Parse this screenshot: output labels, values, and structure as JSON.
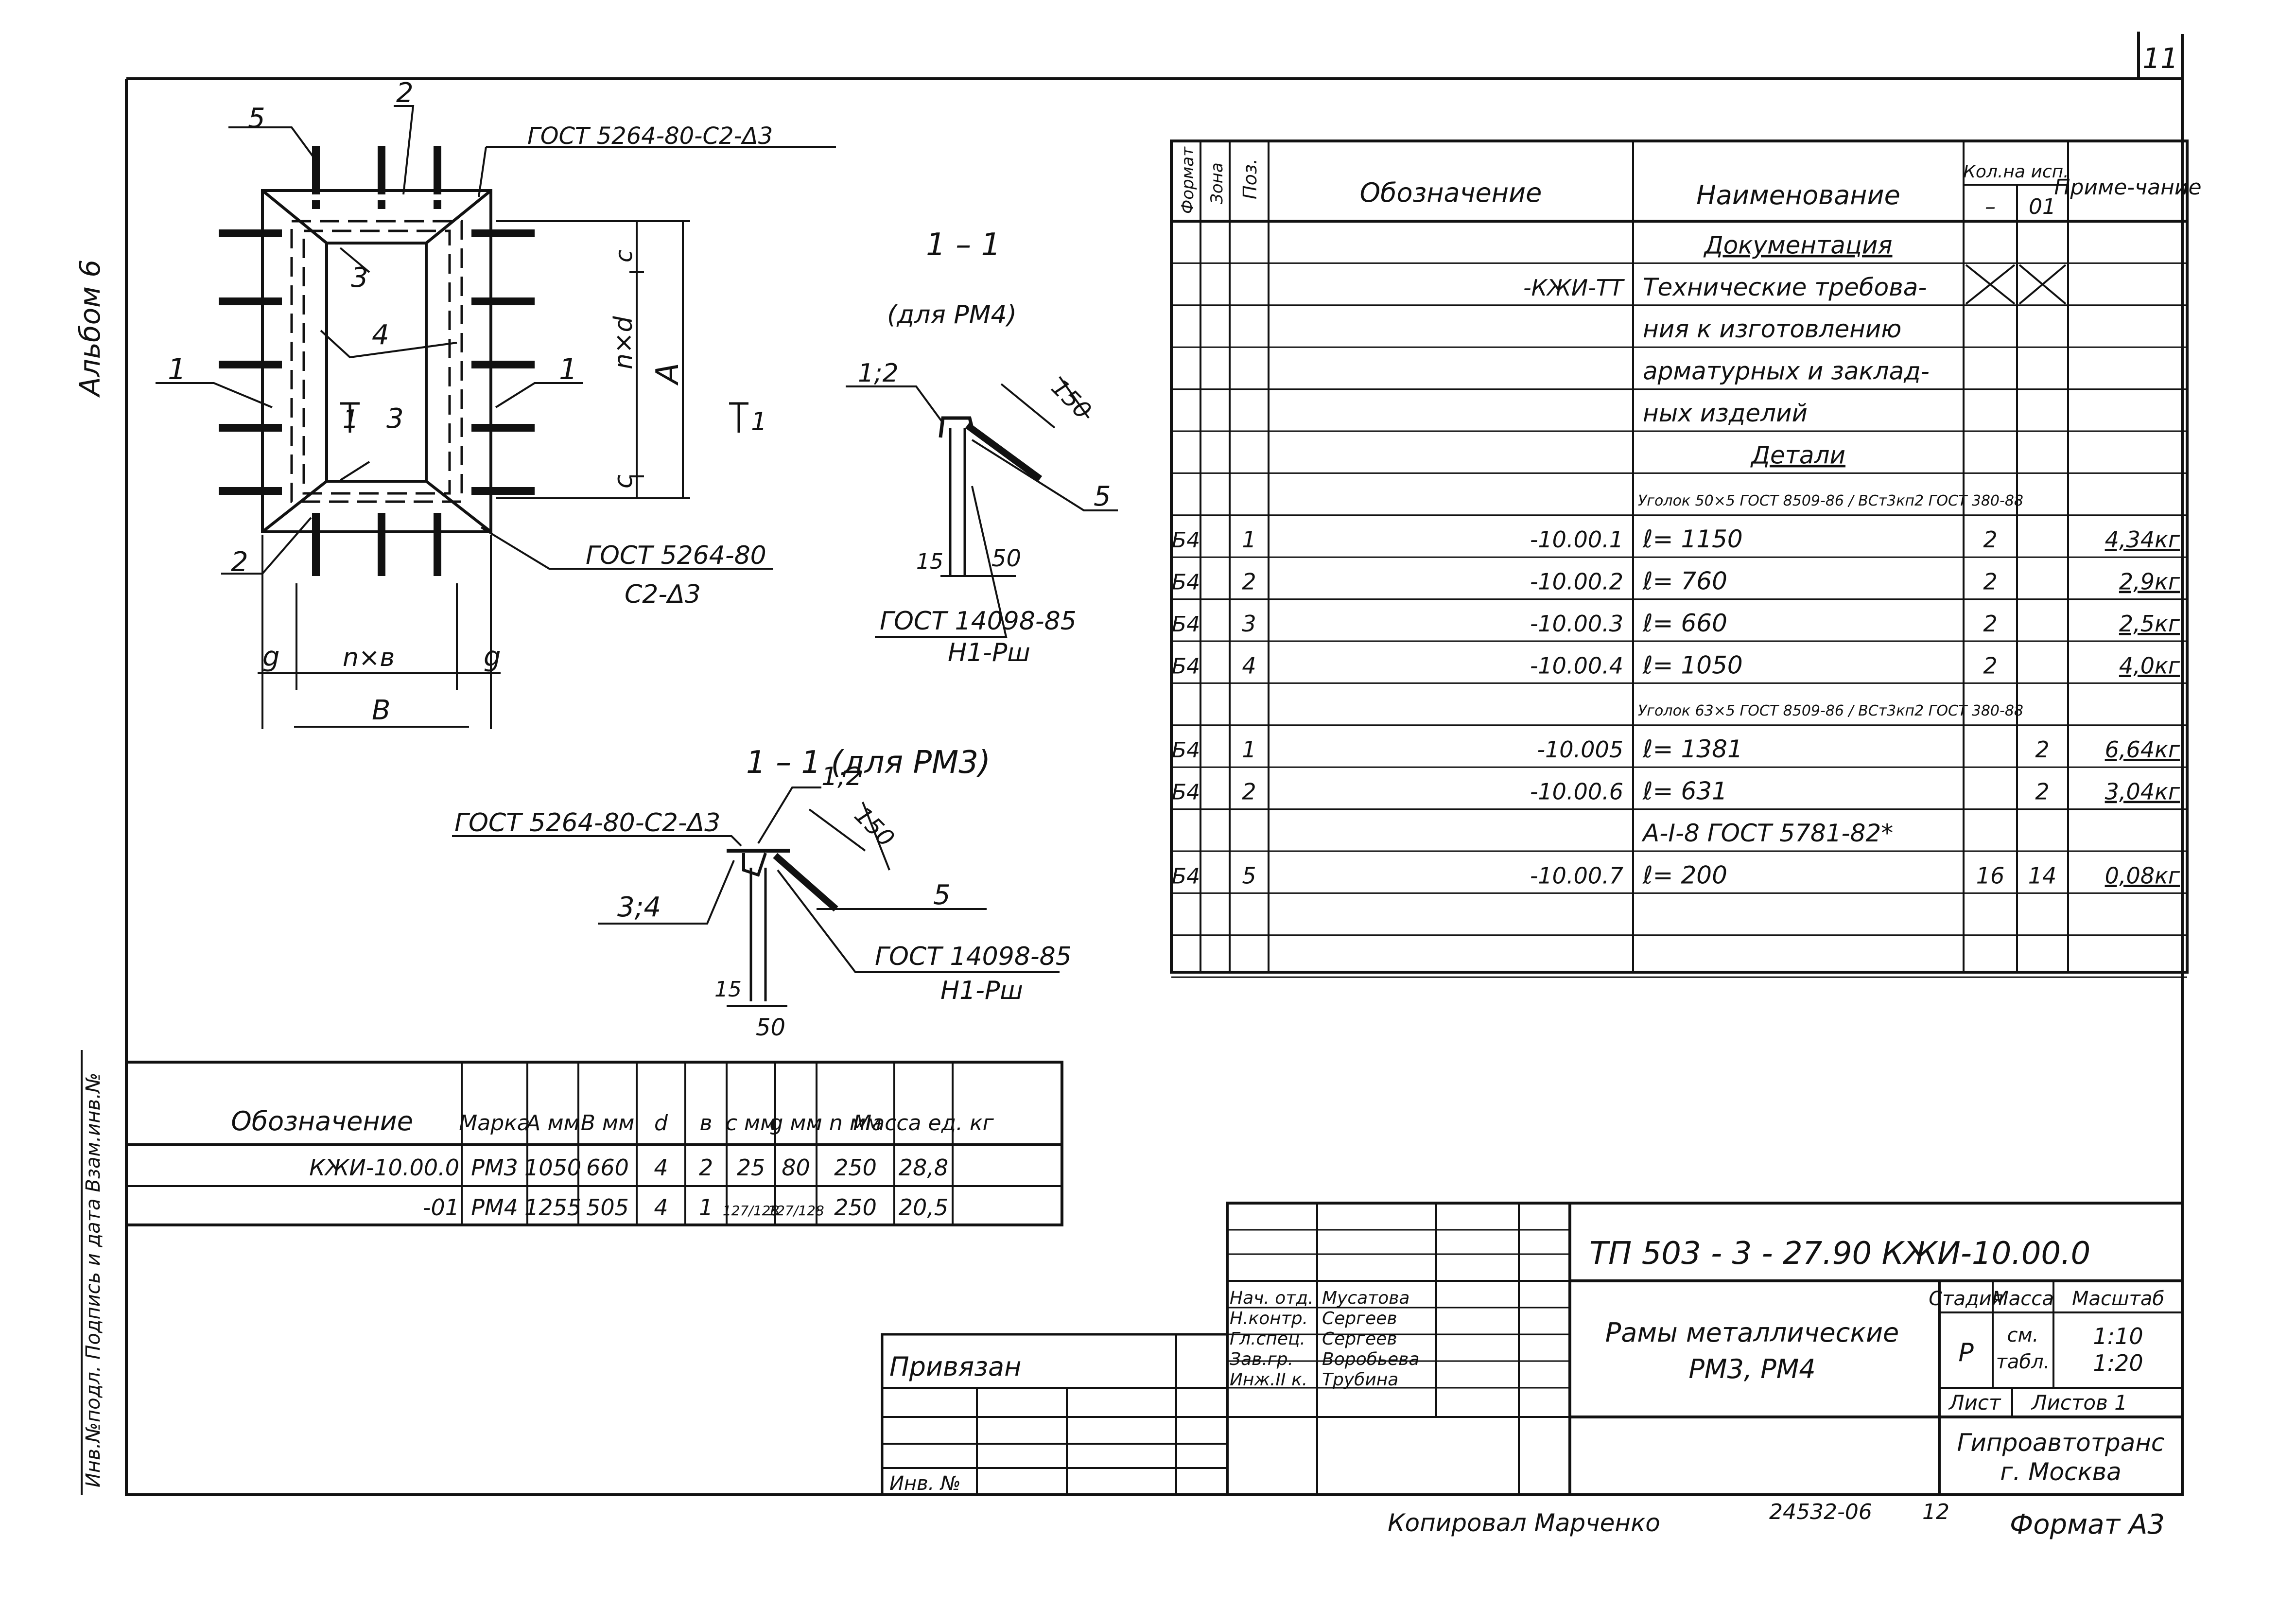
{
  "page_number": "11",
  "album_label": "Альбом 6",
  "left_stamp": "Инв.№подл.   Подпись и дата   Взам.инв.№",
  "plan": {
    "gost_top": "ГОСТ 5264-80-С2-Δ3",
    "gost_bottom_line1": "ГОСТ 5264-80",
    "gost_bottom_line2": "С2-Δ3",
    "callout_5": "5",
    "callout_2_top": "2",
    "callout_3_top": "3",
    "callout_4": "4",
    "callout_1_left": "1",
    "callout_1_right": "1",
    "callout_3_bottom": "3",
    "callout_2_bottom": "2",
    "section_mark_left": "1",
    "section_mark_right": "1",
    "dim_c_top": "c",
    "dim_c_bottom": "c",
    "dim_nxd": "n×d",
    "dim_A": "A",
    "dim_g_left": "g",
    "dim_nxb": "n×в",
    "dim_g_right": "g",
    "dim_B": "В"
  },
  "section_rm4": {
    "title": "1 – 1",
    "subtitle": "(для  РМ4)",
    "label_12": "1;2",
    "dim_150": "150",
    "callout_5": "5",
    "dim_15": "15",
    "dim_50": "50",
    "gost_line1": "ГОСТ 14098-85",
    "gost_line2": "Н1-Рш"
  },
  "section_rm3": {
    "title": "1 – 1  (для РМ3)",
    "gost_top": "ГОСТ 5264-80-С2-Δ3",
    "label_12": "1;2",
    "dim_150": "150",
    "label_34": "3;4",
    "callout_5": "5",
    "gost_line1": "ГОСТ 14098-85",
    "gost_line2": "Н1-Рш",
    "dim_15": "15",
    "dim_50": "50"
  },
  "spec": {
    "headers": {
      "format": "Формат",
      "zone": "Зона",
      "pos": "Поз.",
      "designation": "Обозначение",
      "name": "Наименование",
      "qty": "Кол.на исп.",
      "qty_dash": "–",
      "qty_01": "01",
      "note": "Приме-чание"
    },
    "rows": [
      {
        "fmt": "",
        "pos": "",
        "des": "",
        "name": "Документация",
        "q1": "",
        "q2": "",
        "note": "",
        "underline": true
      },
      {
        "fmt": "",
        "pos": "",
        "des": "-КЖИ-ТТ",
        "name": "Технические требова-",
        "q1": "X",
        "q2": "X",
        "note": ""
      },
      {
        "fmt": "",
        "pos": "",
        "des": "",
        "name": "ния к изготовлению",
        "q1": "",
        "q2": "",
        "note": ""
      },
      {
        "fmt": "",
        "pos": "",
        "des": "",
        "name": "арматурных и заклад-",
        "q1": "",
        "q2": "",
        "note": ""
      },
      {
        "fmt": "",
        "pos": "",
        "des": "",
        "name": "ных изделий",
        "q1": "",
        "q2": "",
        "note": ""
      },
      {
        "fmt": "",
        "pos": "",
        "des": "",
        "name": "Детали",
        "q1": "",
        "q2": "",
        "note": "",
        "underline": true
      },
      {
        "fmt": "",
        "pos": "",
        "des": "",
        "name": "Уголок 50×5 ГОСТ 8509-86 / ВСт3кп2 ГОСТ 380-88",
        "q1": "",
        "q2": "",
        "note": "",
        "small": true
      },
      {
        "fmt": "Б4",
        "pos": "1",
        "des": "-10.00.1",
        "name": "ℓ= 1150",
        "q1": "2",
        "q2": "",
        "note": "4,34кг"
      },
      {
        "fmt": "Б4",
        "pos": "2",
        "des": "-10.00.2",
        "name": "ℓ= 760",
        "q1": "2",
        "q2": "",
        "note": "2,9кг"
      },
      {
        "fmt": "Б4",
        "pos": "3",
        "des": "-10.00.3",
        "name": "ℓ= 660",
        "q1": "2",
        "q2": "",
        "note": "2,5кг"
      },
      {
        "fmt": "Б4",
        "pos": "4",
        "des": "-10.00.4",
        "name": "ℓ= 1050",
        "q1": "2",
        "q2": "",
        "note": "4,0кг"
      },
      {
        "fmt": "",
        "pos": "",
        "des": "",
        "name": "Уголок 63×5 ГОСТ 8509-86 / ВСт3кп2 ГОСТ 380-88",
        "q1": "",
        "q2": "",
        "note": "",
        "small": true
      },
      {
        "fmt": "Б4",
        "pos": "1",
        "des": "-10.005",
        "name": "ℓ= 1381",
        "q1": "",
        "q2": "2",
        "note": "6,64кг"
      },
      {
        "fmt": "Б4",
        "pos": "2",
        "des": "-10.00.6",
        "name": "ℓ= 631",
        "q1": "",
        "q2": "2",
        "note": "3,04кг"
      },
      {
        "fmt": "",
        "pos": "",
        "des": "",
        "name": "А-I-8  ГОСТ 5781-82*",
        "q1": "",
        "q2": "",
        "note": ""
      },
      {
        "fmt": "Б4",
        "pos": "5",
        "des": "-10.00.7",
        "name": "ℓ= 200",
        "q1": "16",
        "q2": "14",
        "note": "0,08кг"
      },
      {
        "fmt": "",
        "pos": "",
        "des": "",
        "name": "",
        "q1": "",
        "q2": "",
        "note": ""
      },
      {
        "fmt": "",
        "pos": "",
        "des": "",
        "name": "",
        "q1": "",
        "q2": "",
        "note": ""
      }
    ]
  },
  "marks_table": {
    "headers": [
      "Обозначение",
      "Марка",
      "А мм",
      "В мм",
      "d",
      "в",
      "с мм",
      "g мм",
      "n мм",
      "Масса ед. кг"
    ],
    "rows": [
      [
        "КЖИ-10.00.0",
        "РМ3",
        "1050",
        "660",
        "4",
        "2",
        "25",
        "80",
        "250",
        "28,8"
      ],
      [
        "-01",
        "РМ4",
        "1255",
        "505",
        "4",
        "1",
        "127/128",
        "127/128",
        "250",
        "20,5"
      ]
    ]
  },
  "title_block": {
    "code": "ТП 503 - 3 - 27.90    КЖИ-10.00.0",
    "title_line1": "Рамы  металлические",
    "title_line2": "РМ3, РМ4",
    "stage_label": "Стадия",
    "mass_label": "Масса",
    "scale_label": "Масштаб",
    "stage": "Р",
    "mass_line1": "см.",
    "mass_line2": "табл.",
    "scale_line1": "1:10",
    "scale_line2": "1:20",
    "sheet_label": "Лист",
    "sheets_label": "Листов  1",
    "org_line1": "Гипроавтотранс",
    "org_line2": "г. Москва",
    "roles": [
      {
        "role": "Нач. отд.",
        "name": "Мусатова"
      },
      {
        "role": "Н.контр.",
        "name": "Сергеев"
      },
      {
        "role": "Гл.спец.",
        "name": "Сергеев"
      },
      {
        "role": "Зав.гр.",
        "name": "Воробьева"
      },
      {
        "role": "Инж.II к.",
        "name": "Трубина"
      }
    ],
    "privyazan": "Привязан",
    "inv": "Инв. №"
  },
  "footer": {
    "copied": "Копировал  Марченко",
    "number": "24532-06",
    "sheet_num": "12",
    "format": "Формат А3"
  }
}
